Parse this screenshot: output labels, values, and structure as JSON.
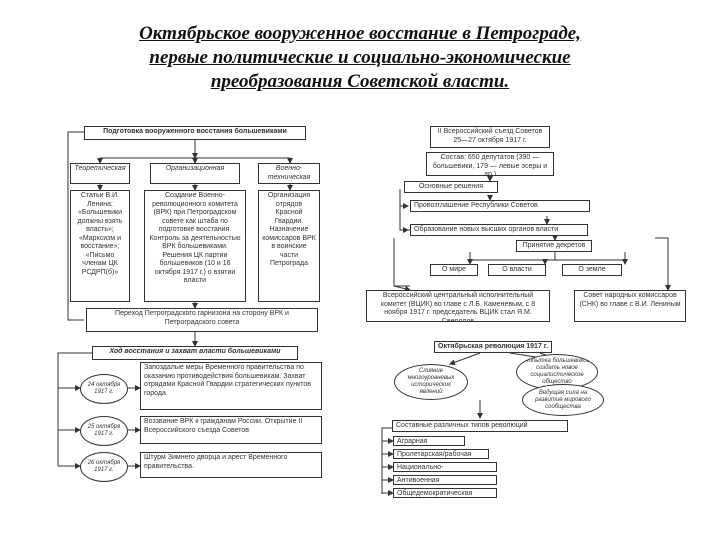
{
  "title": {
    "line1": "Октябрьское вооруженное восстание в Петрограде,",
    "line2": "первые политические и социально-экономические",
    "line3": "преобразования Советской власти."
  },
  "left": {
    "prep_header": "Подготовка вооруженного восстания большевиками",
    "col1_header": "Теоретическая",
    "col2_header": "Организационная",
    "col3_header": "Военно-техническая",
    "col1_text": "Статьи В.И. Ленина: «Большевики должны взять власть»; «Марксизм и восстание»; «Письмо членам ЦК РСДРП(б)»",
    "col2_text": "Создание Военно-революционного комитета (ВРК) при Петроградском совете как штаба по подготовке восстания. Контроль за деятельностью ВРК большевиками. Решения ЦК партии большевиков (10 и 16 октября 1917 г.) о взятии власти",
    "col3_text": "Организация отрядов Красной Гвардии. Назначение комиссаров ВРК в воинские части Петрограда",
    "garrison": "Переход Петроградского гарнизона на сторону ВРК и Петроградского совета",
    "course_header": "Ход восстания и захват власти большевиками",
    "events": [
      {
        "date": "24 октября 1917 г.",
        "text": "Запоздалые меры Временного правительства по оказанию противодействия большевикам. Захват отрядами Красной Гвардии стратегических пунктов города"
      },
      {
        "date": "25 октября 1917 г.",
        "text": "Воззвание ВРК к гражданам России. Открытие II Всероссийского съезда Советов"
      },
      {
        "date": "26 октября 1917 г.",
        "text": "Штурм Зимнего дворца и арест Временного правительства."
      }
    ]
  },
  "right": {
    "congress": "II Всероссийский съезд Советов 25—27 октября 1917 г.",
    "composition": "Состав: 650 депутатов (390 — большевики, 179 — левые эсеры и др.)",
    "main_decisions": "Основные решения",
    "decision1": "Провозглашение Республики Советов",
    "decision2": "Образование новых высших органов власти",
    "decrees": "Принятие декретов",
    "decree_items": [
      "О мире",
      "О власти",
      "О земле"
    ],
    "vtsik": "Всероссийский центральный исполнительный комитет (ВЦИК) во главе с Л.Б. Каменевым, с 8 ноября 1917 г. председатель ВЦИК стал Я.М. Свердлов",
    "sovnarkom": "Совет народных комиссаров (СНК) во главе с В.И. Лениным",
    "revolution": "Октябрьская революция 1917 г.",
    "ellipse_left": "Слияние многоуровневых исторических явлений",
    "ellipse_top": "Попытка большевиков создать новое социалистическое общество",
    "ellipse_right": "Ведущая сила на развитие мирового сообщества",
    "components": "Составные различных типов революций",
    "types": [
      "Аграрная",
      "Пролетарская/рабочая",
      "Национально-освободительная",
      "Антивоенная",
      "Общедемократическая"
    ]
  }
}
